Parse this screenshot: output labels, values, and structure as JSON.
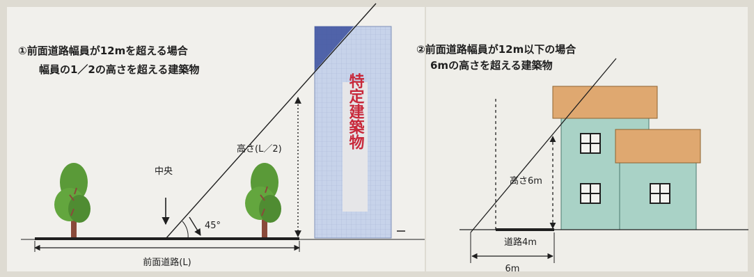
{
  "left": {
    "caption_line1": "①前面道路幅員が12mを超える場合",
    "caption_line2": "幅員の1／2の高さを超える建築物",
    "center_label": "中央",
    "angle_label": "45°",
    "height_label": "高さ(L／2)",
    "road_label": "前面道路(L)",
    "building_label": "特定建築物"
  },
  "right": {
    "caption_line1": "②前面道路幅員が12m以下の場合",
    "caption_line2": "6mの高さを超える建築物",
    "height_label": "高さ6m",
    "road_label": "道路4m",
    "distance_label": "6m"
  },
  "colors": {
    "background": "#dedbd2",
    "panel": "#f1f0ec",
    "building_face": "#c7d3ea",
    "building_top": "#3b4f9e",
    "building_label": "#c8283a",
    "house_wall": "#a9d2c6",
    "house_roof": "#dfa870",
    "tree": "#5a9a38",
    "trunk": "#8a4a3a"
  }
}
